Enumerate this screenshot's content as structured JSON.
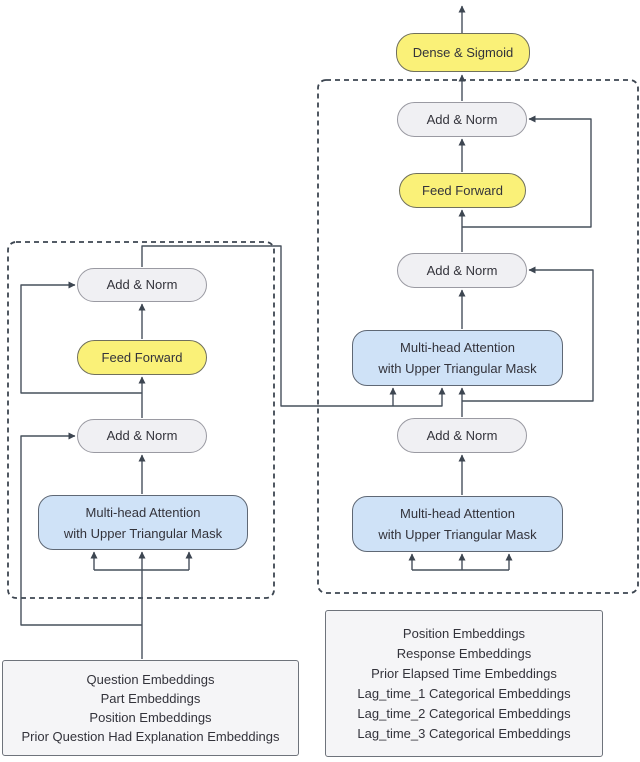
{
  "diagram": {
    "output_node": {
      "label": "Dense & Sigmoid"
    },
    "node_labels": {
      "add_norm": "Add & Norm",
      "feed_forward": "Feed Forward",
      "mha_line1": "Multi-head Attention",
      "mha_line2": "with Upper Triangular Mask"
    },
    "encoder_block": {
      "input_lines": [
        "Question Embeddings",
        "Part Embeddings",
        "Position Embeddings",
        "Prior Question Had Explanation Embeddings"
      ]
    },
    "decoder_block": {
      "input_lines": [
        "Position Embeddings",
        "Response Embeddings",
        "Prior Elapsed Time Embeddings",
        "Lag_time_1 Categorical Embeddings",
        "Lag_time_2 Categorical Embeddings",
        "Lag_time_3 Categorical Embeddings"
      ]
    },
    "colors": {
      "yellow_fill": "#faf178",
      "blue_fill": "#cfe2f7",
      "gray_fill": "#f0f0f3",
      "input_fill": "#f5f5f7",
      "line": "#46505c",
      "dashed_border": "#3d4651"
    }
  }
}
